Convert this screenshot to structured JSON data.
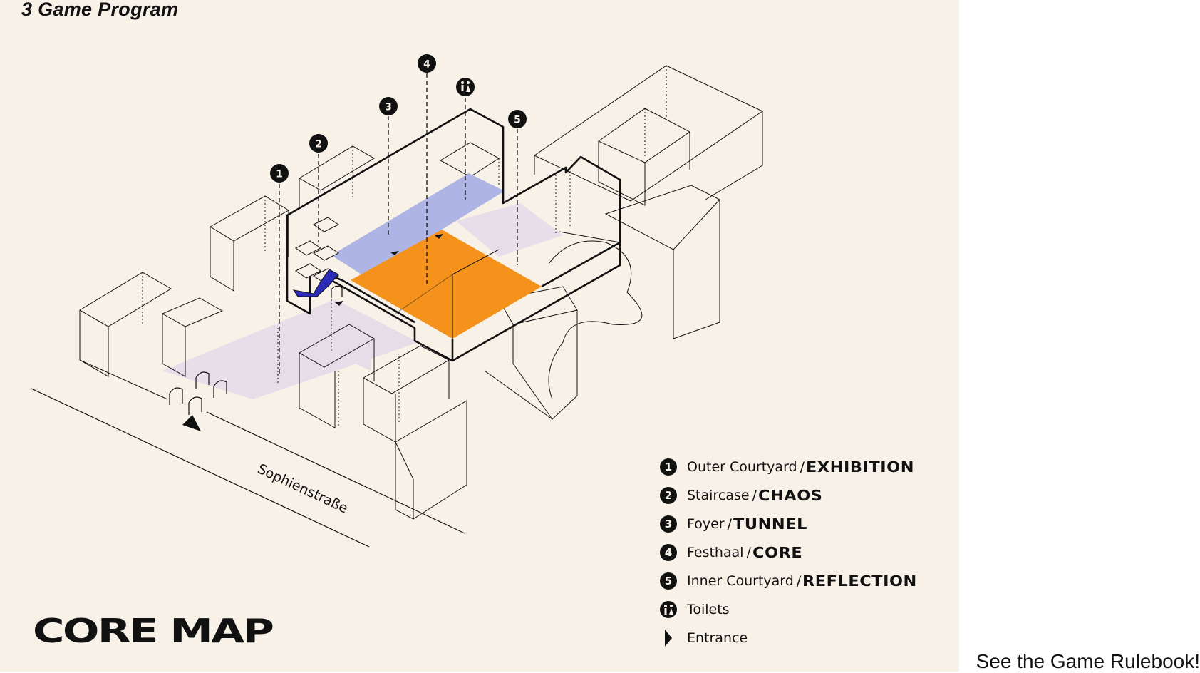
{
  "header": {
    "title": "3 Game Program"
  },
  "map": {
    "title": "CORE MAP",
    "street_label": "Sophienstraße"
  },
  "markers": [
    {
      "num": "1"
    },
    {
      "num": "2"
    },
    {
      "num": "3"
    },
    {
      "num": "4"
    },
    {
      "num": "5"
    }
  ],
  "legend": [
    {
      "badge": "1",
      "label": "Outer Courtyard",
      "keyword": "EXHIBITION"
    },
    {
      "badge": "2",
      "label": "Staircase",
      "keyword": "CHAOS"
    },
    {
      "badge": "3",
      "label": "Foyer",
      "keyword": "TUNNEL"
    },
    {
      "badge": "4",
      "label": "Festhaal",
      "keyword": "CORE"
    },
    {
      "badge": "5",
      "label": "Inner Courtyard",
      "keyword": "REFLECTION"
    },
    {
      "badge": "",
      "label": "Toilets",
      "keyword": ""
    },
    {
      "badge": "",
      "label": "Entrance",
      "keyword": ""
    }
  ],
  "separator": "/",
  "footer": {
    "rulebook": "See the Game Rulebook!"
  },
  "colors": {
    "background": "#f7f1e8",
    "core": "#f4921c",
    "tunnel": "#aeb4e3",
    "courtyard": "#e6dcea",
    "stairs": "#2b2bb8",
    "ink": "#111111"
  },
  "icons": {
    "toilet": "toilet-icon",
    "entrance": "entrance-arrow-icon"
  }
}
